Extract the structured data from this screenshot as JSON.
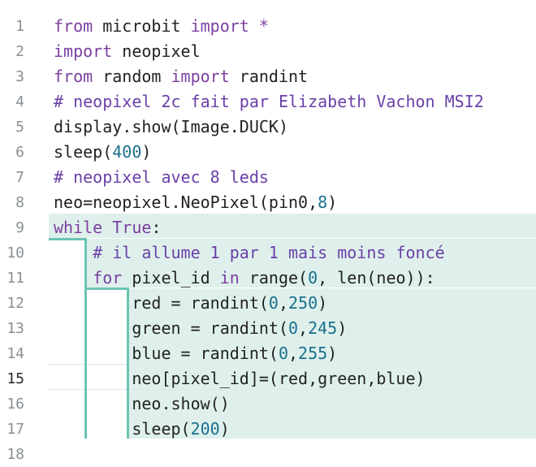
{
  "editor": {
    "current_line": "15",
    "lines": [
      {
        "num": "1",
        "tokens": [
          {
            "t": "from",
            "c": "kw"
          },
          {
            "t": " microbit ",
            "c": ""
          },
          {
            "t": "import",
            "c": "kw"
          },
          {
            "t": " ",
            "c": ""
          },
          {
            "t": "*",
            "c": "kw"
          }
        ]
      },
      {
        "num": "2",
        "tokens": [
          {
            "t": "import",
            "c": "kw"
          },
          {
            "t": " neopixel",
            "c": ""
          }
        ]
      },
      {
        "num": "3",
        "tokens": [
          {
            "t": "from",
            "c": "kw"
          },
          {
            "t": " random ",
            "c": ""
          },
          {
            "t": "import",
            "c": "kw"
          },
          {
            "t": " randint",
            "c": ""
          }
        ]
      },
      {
        "num": "4",
        "tokens": [
          {
            "t": "# neopixel 2c fait par Elizabeth Vachon MSI2",
            "c": "cm"
          }
        ]
      },
      {
        "num": "5",
        "tokens": [
          {
            "t": "display.show(Image.DUCK)",
            "c": ""
          }
        ]
      },
      {
        "num": "6",
        "tokens": [
          {
            "t": "sleep(",
            "c": ""
          },
          {
            "t": "400",
            "c": "num"
          },
          {
            "t": ")",
            "c": ""
          }
        ]
      },
      {
        "num": "7",
        "tokens": [
          {
            "t": "# neopixel avec 8 leds",
            "c": "cm"
          }
        ]
      },
      {
        "num": "8",
        "tokens": [
          {
            "t": "neo=neopixel.NeoPixel(pin0,",
            "c": ""
          },
          {
            "t": "8",
            "c": "num"
          },
          {
            "t": ")",
            "c": ""
          }
        ]
      },
      {
        "num": "9",
        "tokens": [
          {
            "t": "while",
            "c": "kw"
          },
          {
            "t": " ",
            "c": ""
          },
          {
            "t": "True",
            "c": "kw"
          },
          {
            "t": ":",
            "c": ""
          }
        ]
      },
      {
        "num": "10",
        "tokens": [
          {
            "t": "    ",
            "c": ""
          },
          {
            "t": "# il allume 1 par 1 mais moins foncé",
            "c": "cm"
          }
        ]
      },
      {
        "num": "11",
        "tokens": [
          {
            "t": "    ",
            "c": ""
          },
          {
            "t": "for",
            "c": "kw"
          },
          {
            "t": " pixel_id ",
            "c": ""
          },
          {
            "t": "in",
            "c": "kw"
          },
          {
            "t": " range(",
            "c": ""
          },
          {
            "t": "0",
            "c": "num"
          },
          {
            "t": ", len(neo)):",
            "c": ""
          }
        ]
      },
      {
        "num": "12",
        "tokens": [
          {
            "t": "        red = randint(",
            "c": ""
          },
          {
            "t": "0",
            "c": "num"
          },
          {
            "t": ",",
            "c": ""
          },
          {
            "t": "250",
            "c": "num"
          },
          {
            "t": ")",
            "c": ""
          }
        ]
      },
      {
        "num": "13",
        "tokens": [
          {
            "t": "        green = randint(",
            "c": ""
          },
          {
            "t": "0",
            "c": "num"
          },
          {
            "t": ",",
            "c": ""
          },
          {
            "t": "245",
            "c": "num"
          },
          {
            "t": ")",
            "c": ""
          }
        ]
      },
      {
        "num": "14",
        "tokens": [
          {
            "t": "        blue = randint(",
            "c": ""
          },
          {
            "t": "0",
            "c": "num"
          },
          {
            "t": ",",
            "c": ""
          },
          {
            "t": "255",
            "c": "num"
          },
          {
            "t": ")",
            "c": ""
          }
        ]
      },
      {
        "num": "15",
        "tokens": [
          {
            "t": "        neo[pixel_id]=(red,green,blue)",
            "c": ""
          }
        ]
      },
      {
        "num": "16",
        "tokens": [
          {
            "t": "        neo.show()",
            "c": ""
          }
        ]
      },
      {
        "num": "17",
        "tokens": [
          {
            "t": "        sleep(",
            "c": ""
          },
          {
            "t": "200",
            "c": "num"
          },
          {
            "t": ")",
            "c": ""
          }
        ]
      },
      {
        "num": "18",
        "tokens": []
      }
    ]
  },
  "colors": {
    "keyword": "#7b3fa0",
    "comment": "#6a3fa8",
    "number": "#1a6f8c",
    "block_background": "#dff0ec",
    "block_guide": "#6cc4b3"
  }
}
